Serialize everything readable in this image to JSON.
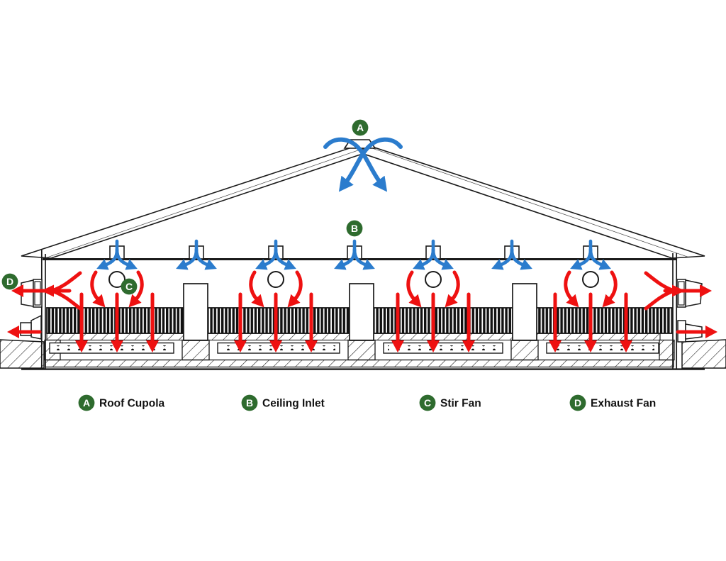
{
  "legend": {
    "items": [
      {
        "letter": "A",
        "label": "Roof Cupola"
      },
      {
        "letter": "B",
        "label": "Ceiling Inlet"
      },
      {
        "letter": "C",
        "label": "Stir Fan"
      },
      {
        "letter": "D",
        "label": "Exhaust Fan"
      }
    ]
  },
  "callouts": {
    "roof_cupola": "A",
    "ceiling_inlet": "B",
    "stir_fan": "C",
    "exhaust_fan": "D"
  },
  "colors": {
    "badge_green": "#2e6b2e",
    "airflow_blue": "#2b7ccd",
    "airflow_red": "#ee1111",
    "line": "#1a1a1a"
  }
}
